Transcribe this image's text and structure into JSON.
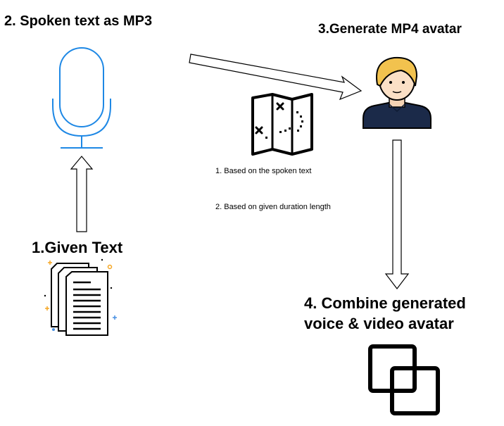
{
  "steps": {
    "step1": "1.Given Text",
    "step2": "2. Spoken text as MP3",
    "step3": "3.Generate MP4 avatar",
    "step4_line1": "4. Combine generated",
    "step4_line2": "voice & video avatar"
  },
  "notes": [
    "1. Based on the spoken text",
    "2. Based on given duration length"
  ],
  "icons": {
    "microphone": "microphone-icon",
    "documents": "documents-icon",
    "map": "map-icon",
    "avatar": "avatar-icon",
    "combine": "combine-icon"
  },
  "colors": {
    "microphone": "#1e88e5",
    "avatar_hair": "#f2c24e",
    "avatar_body": "#1b2a49",
    "doc_sparkle_orange": "#f5a623",
    "doc_sparkle_blue": "#4a90e2"
  }
}
